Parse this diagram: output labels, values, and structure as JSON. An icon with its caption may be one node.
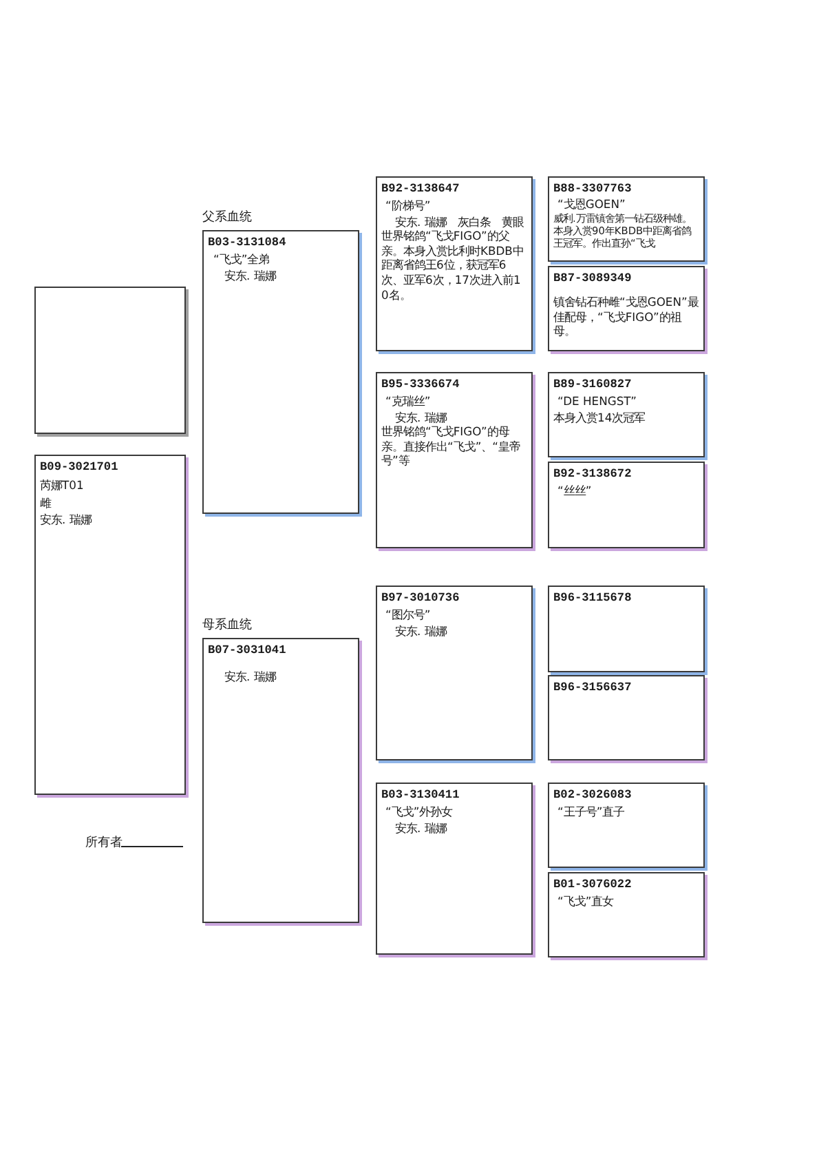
{
  "diagram": {
    "nodes": [
      {
        "text": [],
        "shape": "box"
      },
      {
        "text": [
          "B09-3021701",
          "芮娜T01",
          "雌",
          "安东. 瑞娜"
        ]
      },
      {
        "text": [
          "父系血统",
          "B03-3131084",
          "“飞戈”全弟",
          "安东. 瑞娜"
        ]
      },
      {
        "text": [
          "母系血统",
          "B07-3031041",
          "安东. 瑞娜"
        ]
      },
      {
        "text": [
          "B92-3138647",
          "“阶梯号”",
          "安东. 瑞娜　灰白条　黄眼",
          "世界铭鸽“飞戈FIGO”的父亲。本身入赏比利时KBDB中距离省鸽王6位，获冠军6次、亚军6次，17次进入前10名。"
        ]
      },
      {
        "text": [
          "B95-3336674",
          "“克瑞丝”",
          "安东. 瑞娜",
          "世界铭鸽“飞戈FIGO”的母亲。直接作出“飞戈”、“皇帝号”等"
        ]
      },
      {
        "text": [
          "B97-3010736",
          "“图尔号”",
          "安东. 瑞娜"
        ]
      },
      {
        "text": [
          "B03-3130411",
          "“飞戈”外孙女",
          "安东. 瑞娜"
        ]
      },
      {
        "text": [
          "B88-3307763",
          "“戈恩GOEN”",
          "威利.万雷镇舍第一钻石级种雄。本身入赏90年KBDB中距离省鸽王冠军。作出直孙“飞戈"
        ]
      },
      {
        "text": [
          "B87-3089349",
          "镇舍钻石种雌“戈恩GOEN”最佳配母，“飞戈FIGO”的祖母。"
        ]
      },
      {
        "text": [
          "B89-3160827",
          "“DE HENGST”",
          "本身入赏14次冠军"
        ]
      },
      {
        "text": [
          "B92-3138672",
          "“丝丝”"
        ]
      },
      {
        "text": [
          "B96-3115678"
        ]
      },
      {
        "text": [
          "B96-3156637"
        ]
      },
      {
        "text": [
          "B02-3026083",
          "“王子号”直子"
        ]
      },
      {
        "text": [
          "B01-3076022",
          "“飞戈”直女"
        ]
      }
    ],
    "labels": [
      "所有者"
    ]
  }
}
